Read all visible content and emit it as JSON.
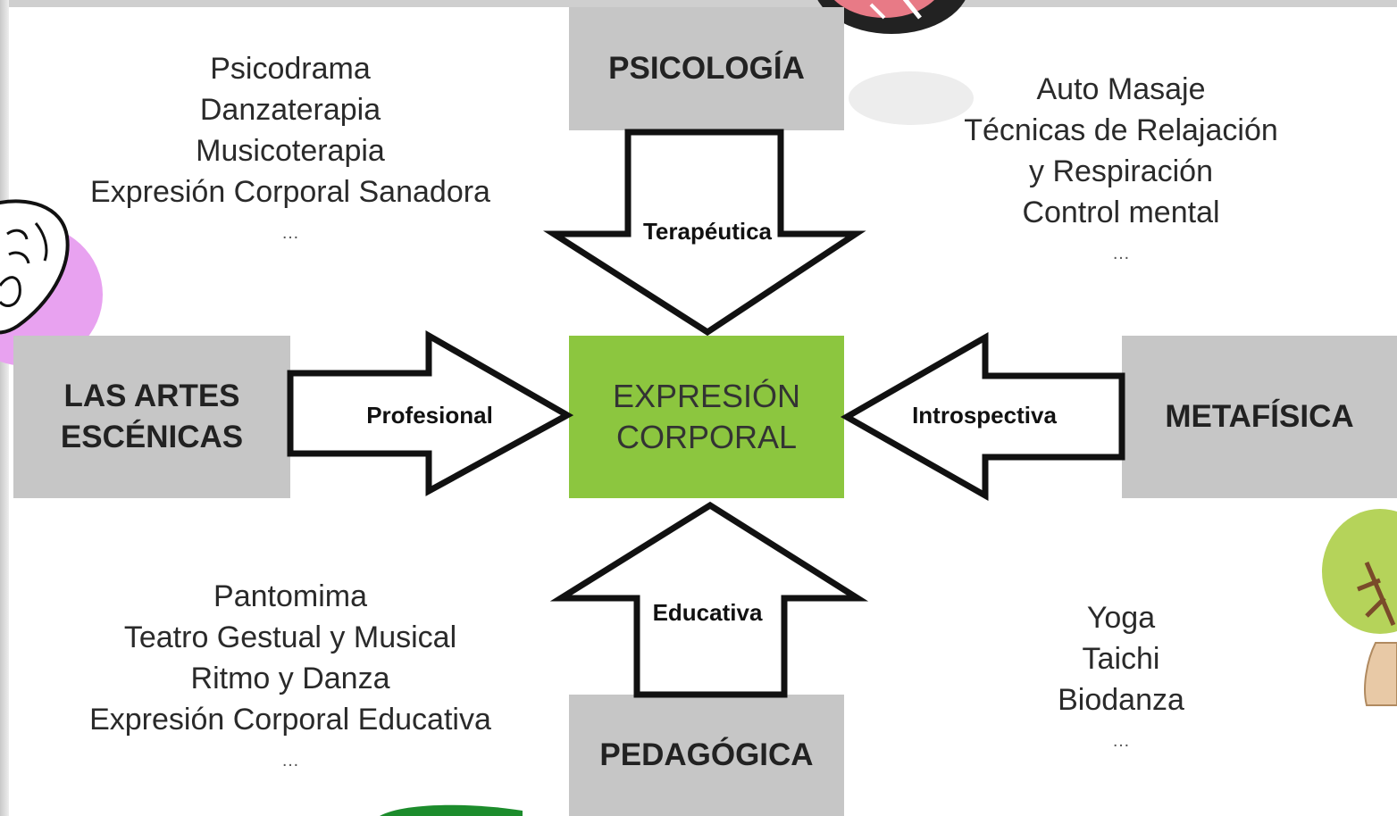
{
  "center": {
    "line1": "EXPRESIÓN",
    "line2": "CORPORAL"
  },
  "sources": {
    "top": "PSICOLOGÍA",
    "left": {
      "line1": "LAS ARTES",
      "line2": "ESCÉNICAS"
    },
    "right": "METAFÍSICA",
    "bottom": "PEDAGÓGICA"
  },
  "arrows": {
    "top": "Terapéutica",
    "left": "Profesional",
    "right": "Introspectiva",
    "bottom": "Educativa"
  },
  "lists": {
    "top_left": [
      "Psicodrama",
      "Danzaterapia",
      "Musicoterapia",
      "Expresión Corporal Sanadora",
      "…"
    ],
    "top_right": [
      "Auto Masaje",
      "Técnicas de Relajación",
      "y Respiración",
      "Control mental",
      "…"
    ],
    "bottom_left": [
      "Pantomima",
      "Teatro Gestual y Musical",
      "Ritmo y Danza",
      "Expresión Corporal Educativa",
      "…"
    ],
    "bottom_right": [
      "Yoga",
      "Taichi",
      "Biodanza",
      "…"
    ]
  },
  "colors": {
    "center": "#8cc63f",
    "box": "#c6c6c6"
  }
}
